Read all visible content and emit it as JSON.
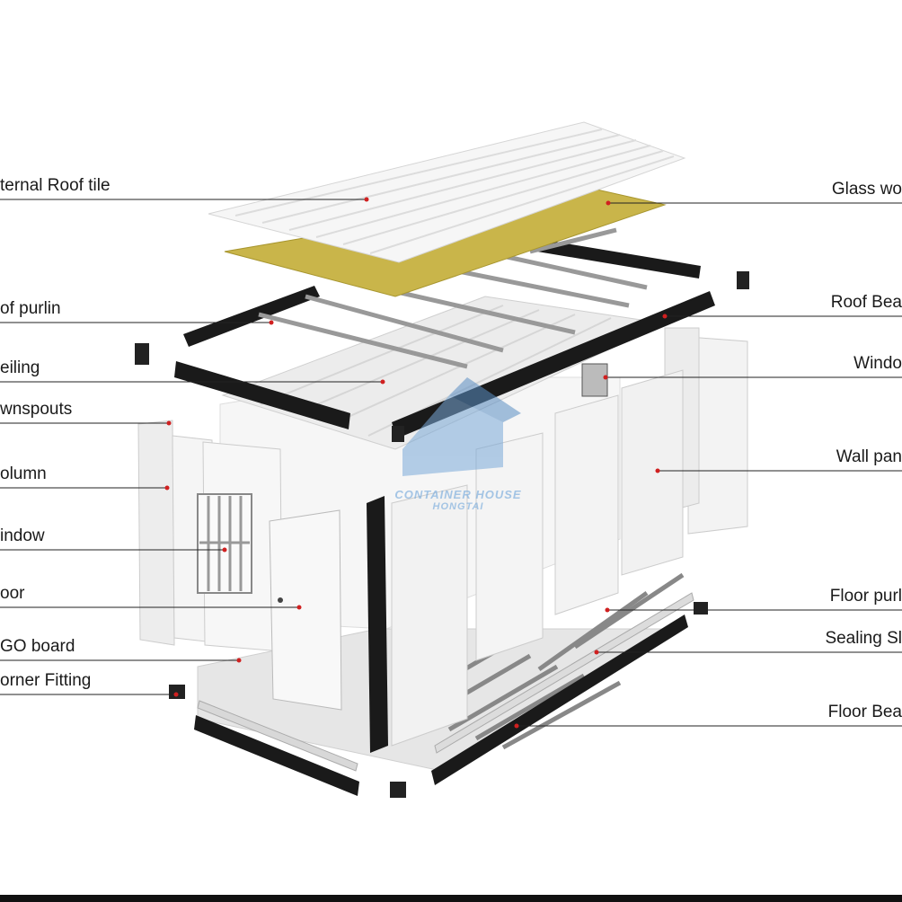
{
  "labels_left": [
    {
      "text": "ternal Roof tile",
      "lineY": 222,
      "lineEnd": 408
    },
    {
      "text": "of purlin",
      "lineY": 359,
      "lineEnd": 302
    },
    {
      "text": "eiling",
      "lineY": 425,
      "lineEnd": 426
    },
    {
      "text": "wnspouts",
      "lineY": 471,
      "lineEnd": 188
    },
    {
      "text": "olumn",
      "lineY": 543,
      "lineEnd": 186
    },
    {
      "text": "indow",
      "lineY": 612,
      "lineEnd": 250
    },
    {
      "text": "oor",
      "lineY": 676,
      "lineEnd": 333
    },
    {
      "text": "GO board",
      "lineY": 735,
      "lineEnd": 266
    },
    {
      "text": "orner Fitting",
      "lineY": 773,
      "lineEnd": 196
    }
  ],
  "labels_right": [
    {
      "text": "Glass wo",
      "lineY": 226,
      "lineStart": 677
    },
    {
      "text": "Roof Bea",
      "lineY": 352,
      "lineStart": 740
    },
    {
      "text": "Windo",
      "lineY": 420,
      "lineStart": 674
    },
    {
      "text": "Wall pan",
      "lineY": 524,
      "lineStart": 732
    },
    {
      "text": "Floor purl",
      "lineY": 679,
      "lineStart": 676
    },
    {
      "text": "Sealing Sl",
      "lineY": 726,
      "lineStart": 664
    },
    {
      "text": "Floor Bea",
      "lineY": 808,
      "lineStart": 575
    }
  ],
  "watermark": {
    "line1": "CONTAINER HOUSE",
    "line2": "HONGTAI"
  },
  "colors": {
    "frame": "#1a1a1a",
    "panel": "#f2f2f2",
    "insulation": "#c9b54a",
    "leader": "#222222",
    "dot": "#d02020"
  }
}
